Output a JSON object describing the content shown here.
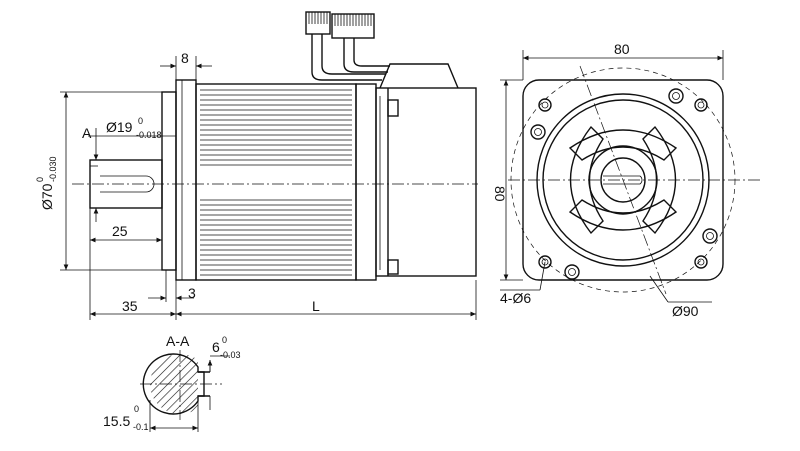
{
  "side_view": {
    "flange_thickness": "8",
    "shaft_diameter": "Ø19",
    "shaft_diameter_upper": "0",
    "shaft_diameter_lower": "-0.018",
    "section_marker": "A",
    "pilot_diameter": "Ø70",
    "pilot_upper": "0",
    "pilot_lower": "-0.030",
    "key_length": "25",
    "shaft_length": "35",
    "flange_offset": "3",
    "body_length": "L"
  },
  "front_view": {
    "width": "80",
    "height": "80",
    "bolt_circle": "Ø90",
    "mount_holes": "4-Ø6"
  },
  "section_view": {
    "title": "A-A",
    "key_width": "6",
    "key_width_upper": "0",
    "key_width_lower": "-0.03",
    "key_depth": "15.5",
    "key_depth_upper": "0",
    "key_depth_lower": "-0.1"
  }
}
